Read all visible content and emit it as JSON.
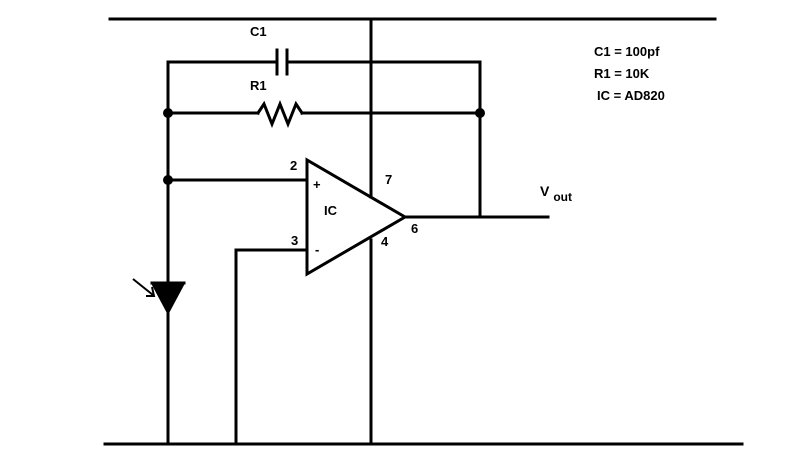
{
  "labels": {
    "c1": "C1",
    "r1": "R1",
    "ic": "IC",
    "pin2": "2",
    "pin3": "3",
    "pin4": "4",
    "pin6": "6",
    "pin7": "7",
    "plus": "+",
    "minus": "-",
    "vout_main": "V",
    "vout_sub": "out"
  },
  "notes": {
    "c1_value": "C1 = 100pf",
    "r1_value": "R1 = 10K",
    "ic_value": "IC = AD820"
  }
}
